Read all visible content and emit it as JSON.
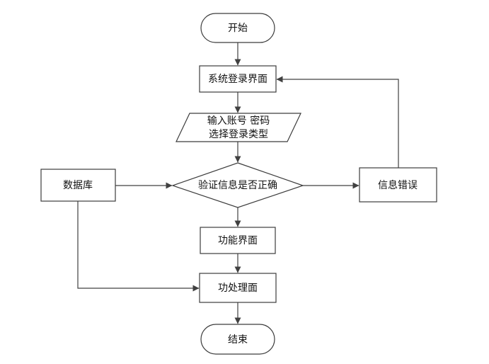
{
  "nodes": {
    "start": "开始",
    "login_screen": "系统登录界面",
    "input_line1": "输入账号 密码",
    "input_line2": "选择登录类型",
    "validate": "验证信息是否正确",
    "database": "数据库",
    "error": "信息错误",
    "function_screen": "功能界面",
    "function_process": "功处理面",
    "end": "结束"
  },
  "colors": {
    "stroke": "#3c3c3c",
    "arrow": "#404040",
    "text": "#111111",
    "fill": "#ffffff"
  }
}
